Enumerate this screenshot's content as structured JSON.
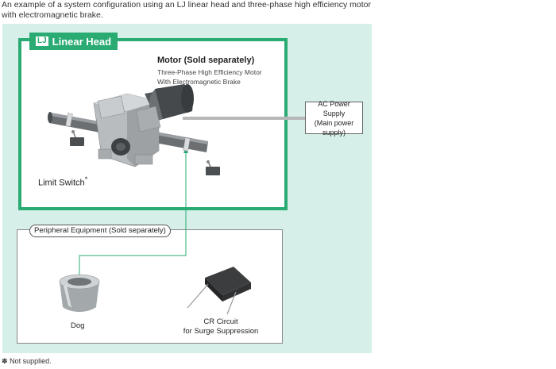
{
  "intro_text": "An example of a system configuration using an LJ linear head and three-phase high efficiency motor with electromagnetic brake.",
  "linear_head": {
    "badge": "LJ",
    "title": "Linear Head"
  },
  "motor": {
    "title": "Motor (Sold separately)",
    "subtitle_line1": "Three-Phase High Efficiency Motor",
    "subtitle_line2": "With Electromagnetic Brake"
  },
  "limit_switch": {
    "label": "Limit Switch",
    "mark": "*"
  },
  "ac_power": {
    "line1": "AC Power Supply",
    "line2": "(Main power",
    "line3": "supply)"
  },
  "peripheral": {
    "title": "Peripheral Equipment (Sold separately)"
  },
  "dog": {
    "label": "Dog"
  },
  "cr_circuit": {
    "line1": "CR Circuit",
    "line2": "for Surge Suppression"
  },
  "footnote": {
    "mark": "✽",
    "text": "Not supplied."
  },
  "colors": {
    "accent_green": "#2bab74",
    "panel_bg": "#d6efe9",
    "metal": "#9aa0a4"
  },
  "icons": [
    "linear-head-illustration",
    "motor-illustration",
    "limit-switch-icon",
    "dog-icon",
    "cr-circuit-icon"
  ]
}
